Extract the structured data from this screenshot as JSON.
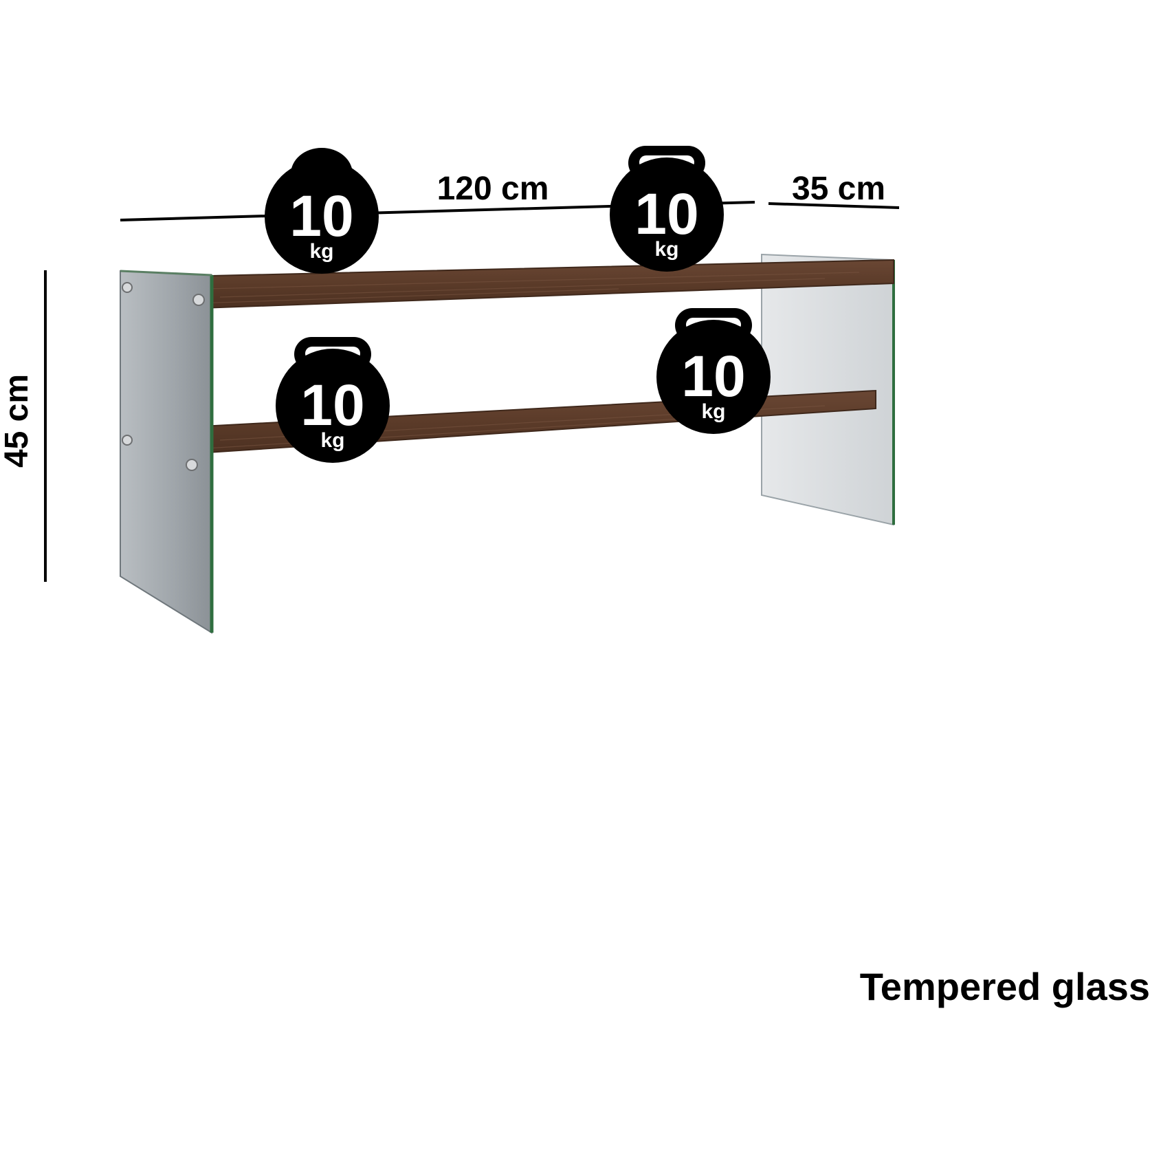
{
  "dimensions": {
    "width": "120 cm",
    "depth": "35 cm",
    "height": "45 cm"
  },
  "load_badges": [
    {
      "value": "10",
      "unit": "kg",
      "icon": "kettlebell-icon"
    },
    {
      "value": "10",
      "unit": "kg",
      "icon": "kettlebell-icon"
    },
    {
      "value": "10",
      "unit": "kg",
      "icon": "kettlebell-icon"
    },
    {
      "value": "10",
      "unit": "kg",
      "icon": "kettlebell-icon"
    }
  ],
  "material_caption": "Tempered glass",
  "colors": {
    "wood": "#5a3a28",
    "wood_dark": "#3f281b",
    "glass": "#c9cdd0",
    "glass_edge": "#2f6e3f",
    "ink": "#000000"
  }
}
